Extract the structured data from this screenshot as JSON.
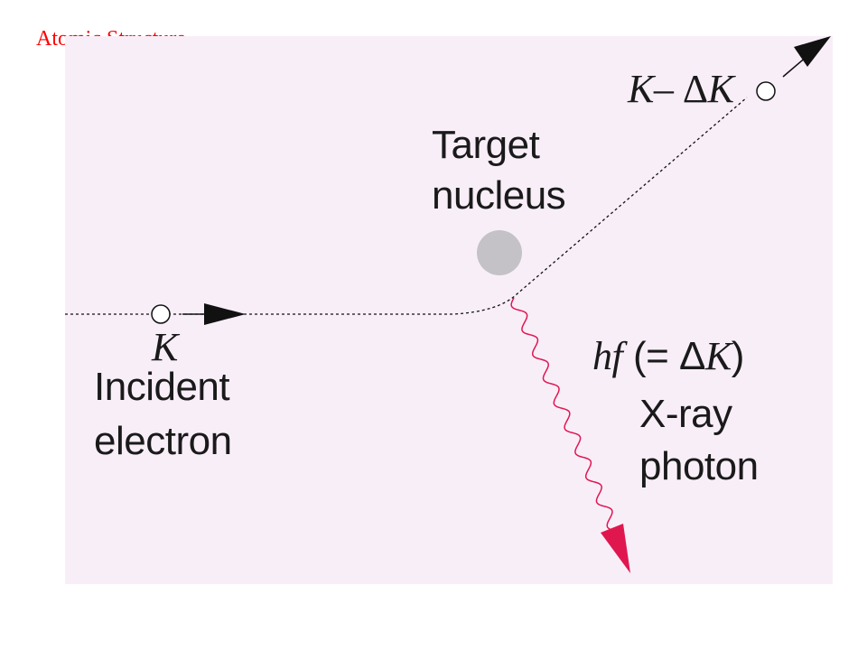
{
  "slide": {
    "title": "Atomic Structure"
  },
  "labels": {
    "k_out_k": "K",
    "k_out_minus": "– Δ",
    "k_out_k2": "K",
    "target_line1": "Target",
    "target_line2": "nucleus",
    "k_in": "K",
    "incident_line1": "Incident",
    "incident_line2": "electron",
    "photon_hf": "hf",
    "photon_eq_open": " (= Δ",
    "photon_eq_k": "K",
    "photon_eq_close": ")",
    "photon_line1": "X-ray",
    "photon_line2": "photon"
  },
  "colors": {
    "panel_bg": "#f8eef8",
    "title": "#ff0000",
    "photon": "#e0174f",
    "nucleus": "#c4c2c6",
    "ink": "#111111"
  },
  "icons": {
    "incoming_arrow": "arrowhead-right-icon",
    "outgoing_arrow": "arrowhead-up-right-icon",
    "photon_arrow": "arrowhead-down-icon",
    "electron": "hollow-circle-icon"
  }
}
